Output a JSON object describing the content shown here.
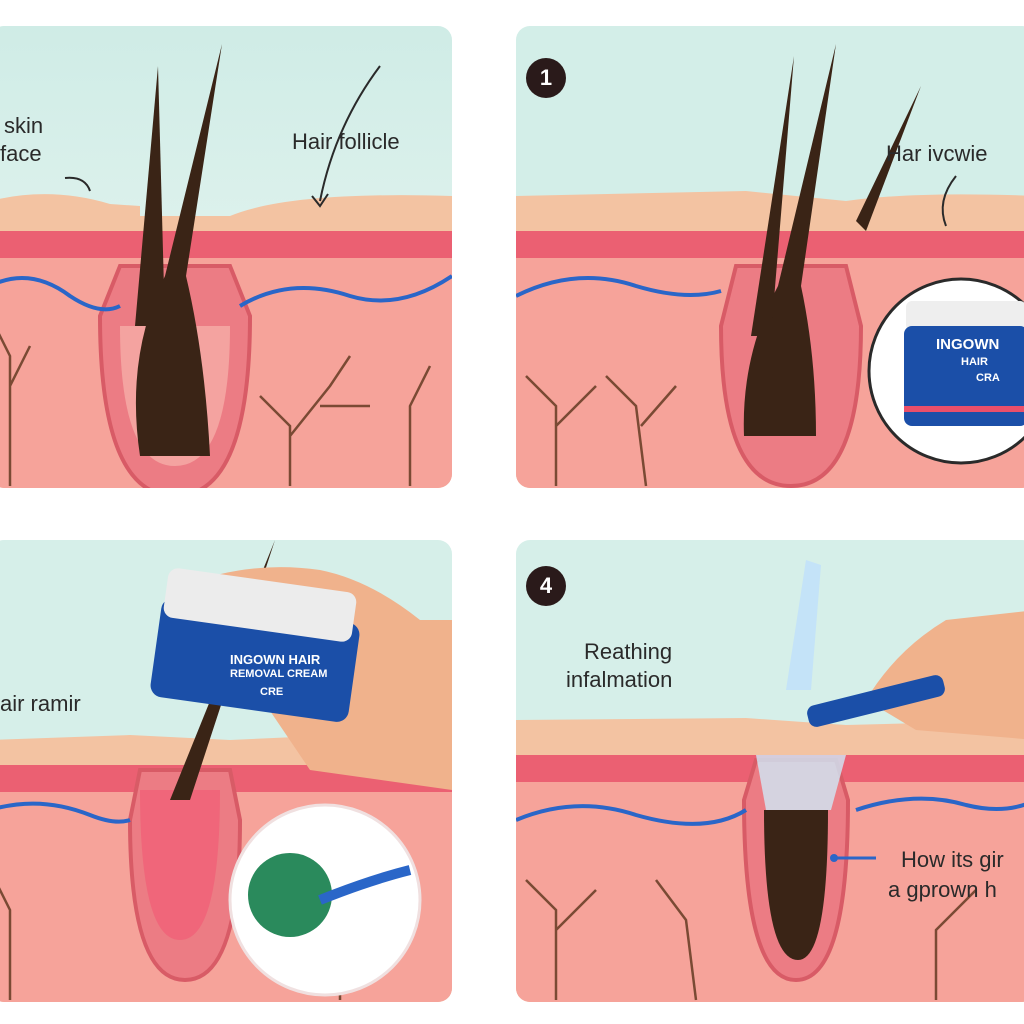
{
  "panels": [
    {
      "labels": {
        "skin_surface_line1": "skin",
        "skin_surface_line2": "face",
        "hair_follicle": "Hair follicle"
      }
    },
    {
      "step_badge": "1",
      "labels": {
        "hair_label": "Har ivcwie"
      },
      "jar": {
        "line1": "INGOWN",
        "line2": "HAIR",
        "line3": "CRA"
      }
    },
    {
      "labels": {
        "hair_remover": "air ramir"
      },
      "jar": {
        "line1": "INGOWN HAIR",
        "line2": "REMOVAL CREAM",
        "line3": "CRE"
      }
    },
    {
      "step_badge": "4",
      "labels": {
        "soothing_line1": "Reathing",
        "soothing_line2": "infalmation",
        "how_line1": "How its gir",
        "how_line2": "a gprown h"
      }
    }
  ],
  "colors": {
    "sky": "#d6efe9",
    "skin_surface": "#f2c4a4",
    "dermis": "#f6a39a",
    "follicle": "#ef7f86",
    "hair": "#3a2416",
    "jar_blue": "#1b4fa8",
    "vein": "#2a66c8"
  }
}
